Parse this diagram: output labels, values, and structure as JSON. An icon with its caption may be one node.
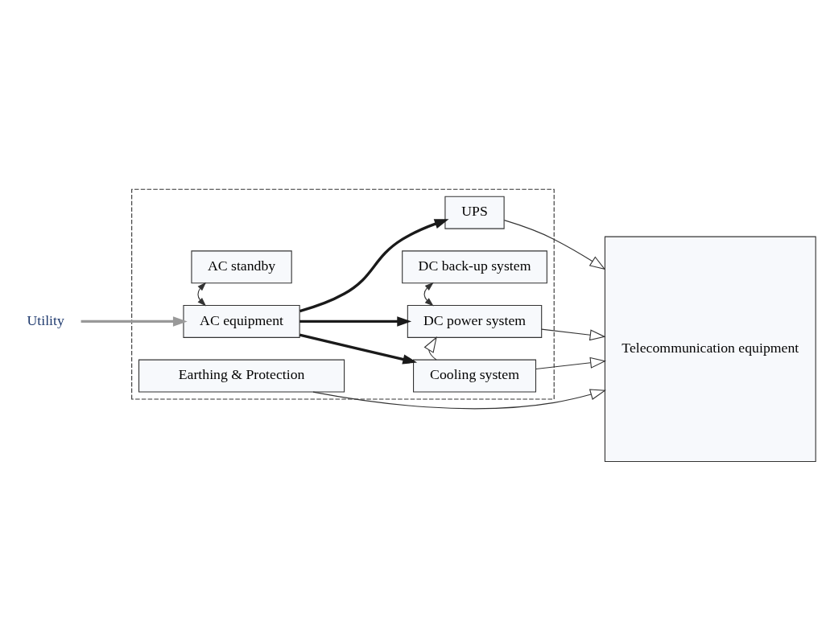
{
  "diagram": {
    "nodes": [
      {
        "text": [],
        "shape": "box"
      },
      {
        "text": [
          "Cooling system"
        ],
        "in": 0
      },
      {
        "text": [
          "Utility"
        ]
      },
      {
        "text": [
          "AC equipment"
        ],
        "in": 0
      },
      {
        "text": [
          "DC power system"
        ],
        "in": 0
      },
      {
        "text": [
          "AC standby"
        ],
        "in": 0
      },
      {
        "text": [
          "DC back-up system"
        ],
        "in": 0
      },
      {
        "text": [
          "UPS"
        ],
        "in": 0
      },
      {
        "text": [
          "Earthing & Protection"
        ],
        "in": 0
      },
      {
        "text": [
          "Telecommunication equipment"
        ]
      }
    ],
    "edges": [
      {
        "from": 2,
        "to": 3,
        "arrow": "to",
        "style": "thick",
        "color": "#999999"
      },
      {
        "from": 3,
        "to": 1,
        "arrow": "to",
        "style": "thick",
        "color": "#1a1a1a"
      },
      {
        "from": 3,
        "to": 4,
        "arrow": "to",
        "style": "thick",
        "color": "#1a1a1a"
      },
      {
        "from": 3,
        "to": 7,
        "arrow": "to",
        "style": "thick",
        "color": "#1a1a1a"
      },
      {
        "from": 3,
        "to": 5,
        "arrow": "both"
      },
      {
        "from": 1,
        "to": 4,
        "arrow": "to"
      },
      {
        "from": 4,
        "to": 6,
        "arrow": "both"
      },
      {
        "from": 1,
        "to": 9,
        "arrow": "to"
      },
      {
        "from": 4,
        "to": 9,
        "arrow": "to"
      },
      {
        "from": 7,
        "to": 9,
        "arrow": "to"
      },
      {
        "from": 8,
        "to": 9,
        "arrow": "to"
      }
    ]
  }
}
